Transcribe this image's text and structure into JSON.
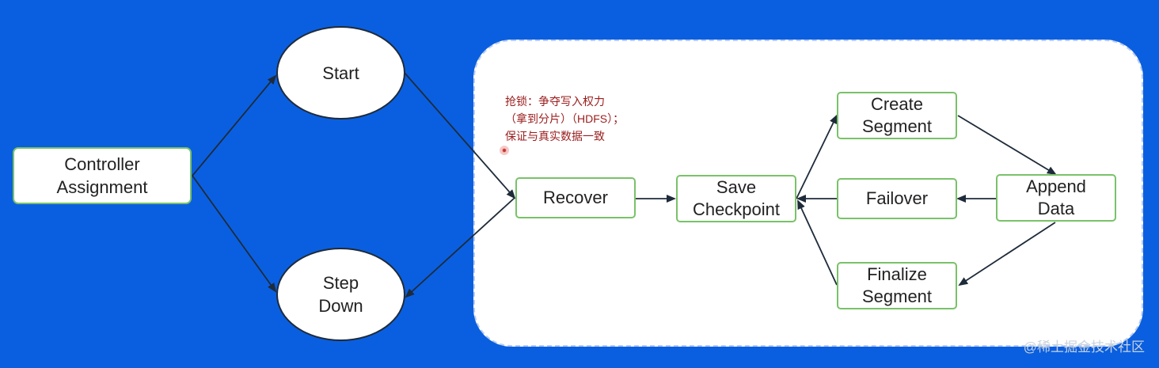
{
  "nodes": {
    "controller_assignment": "Controller\nAssignment",
    "start": "Start",
    "step_down": "Step\nDown",
    "recover": "Recover",
    "save_checkpoint": "Save\nCheckpoint",
    "create_segment": "Create\nSegment",
    "failover": "Failover",
    "finalize_segment": "Finalize\nSegment",
    "append_data": "Append\nData"
  },
  "note": {
    "line1": "抢锁：争夺写入权力",
    "line2": "（拿到分片）（HDFS）；",
    "line3": "保证与真实数据一致"
  },
  "watermark": "@稀土掘金技术社区",
  "colors": {
    "background": "#0a5fe0",
    "node_border": "#79c269",
    "note_text": "#9b1c1c",
    "edge": "#1e2b3a"
  }
}
